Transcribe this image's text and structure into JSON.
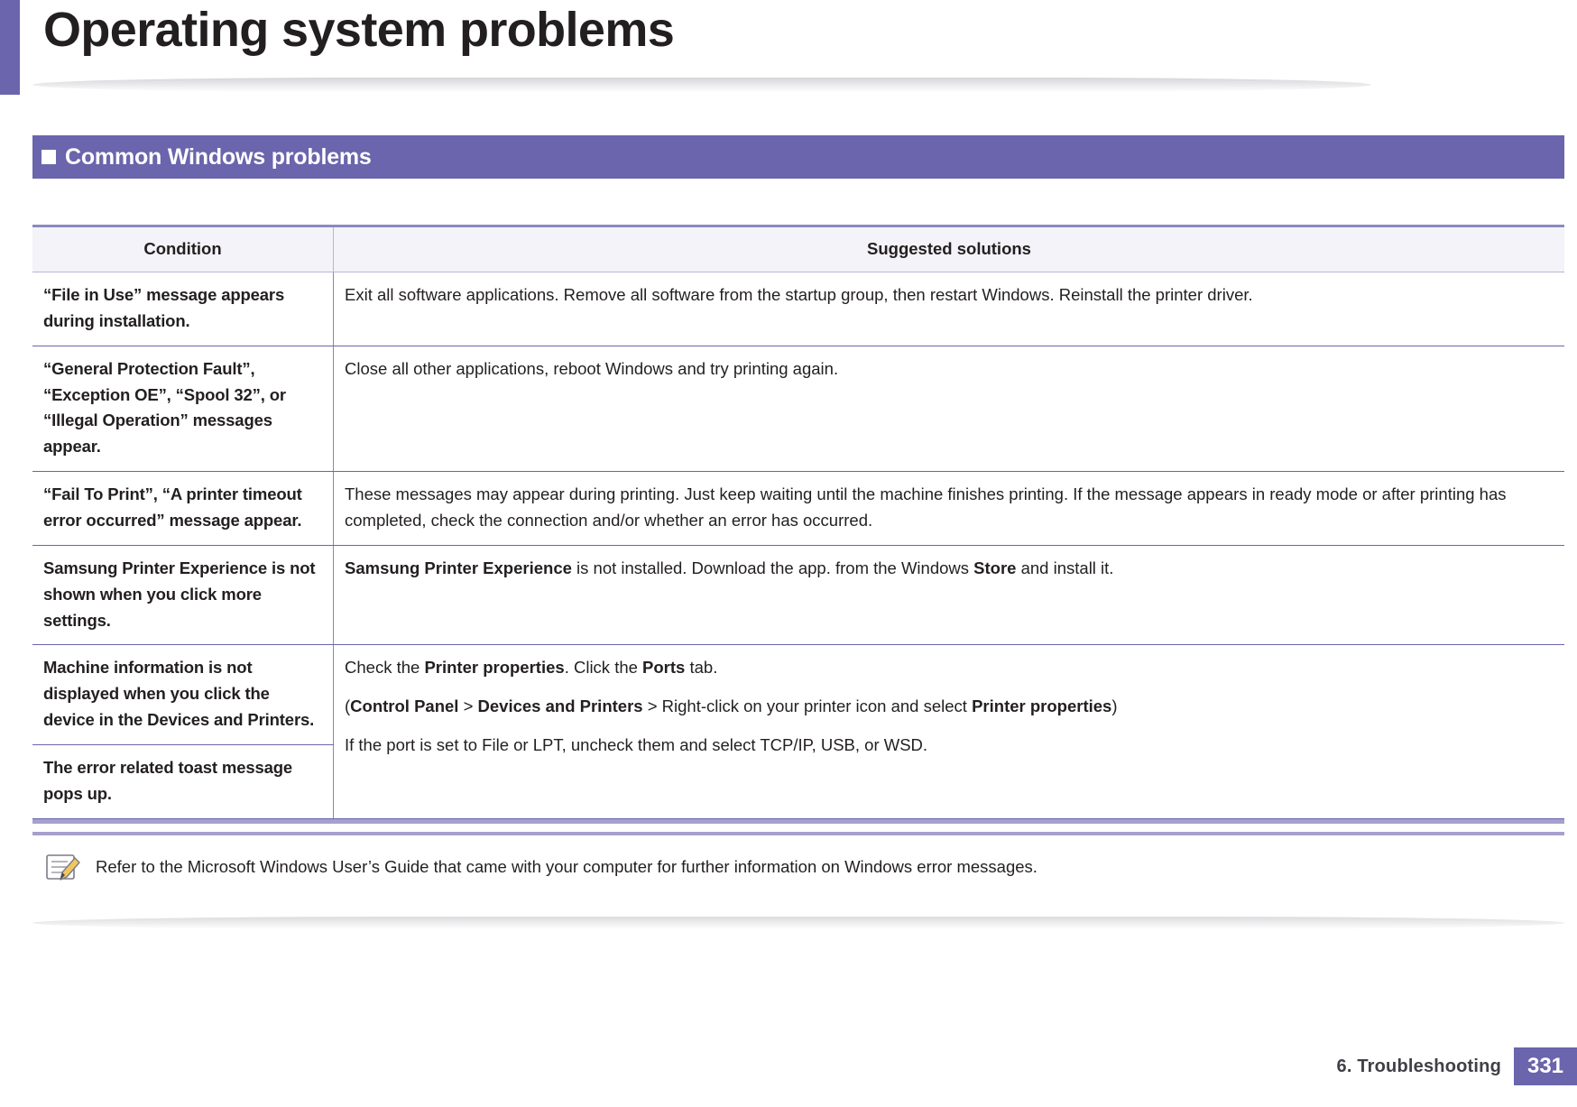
{
  "page_title": "Operating system problems",
  "section": {
    "title": "Common Windows problems",
    "marker_icon": "white-square-icon"
  },
  "colors": {
    "accent_purple": "#6a65ac",
    "header_fill": "#f4f3f9",
    "rule_light": "#a5a0cd",
    "text": "#231f20"
  },
  "table": {
    "headers": {
      "condition": "Condition",
      "solutions": "Suggested solutions"
    },
    "rows": [
      {
        "condition": "“File in Use” message appears during installation.",
        "solution_paragraphs": [
          [
            {
              "t": "Exit all software applications. Remove all software from the startup group, then restart Windows. Reinstall the printer driver.",
              "b": false
            }
          ]
        ]
      },
      {
        "condition": "“General Protection Fault”, “Exception OE”, “Spool 32”, or “Illegal Operation” messages appear.",
        "solution_paragraphs": [
          [
            {
              "t": "Close all other applications, reboot Windows and try printing again.",
              "b": false
            }
          ]
        ]
      },
      {
        "condition": "“Fail To Print”, “A printer timeout error occurred” message appear.",
        "solution_paragraphs": [
          [
            {
              "t": "These messages may appear during printing. Just keep waiting until the machine finishes printing. If the message appears in ready mode or after printing has completed, check the connection and/or whether an error has occurred.",
              "b": false
            }
          ]
        ]
      },
      {
        "condition": "Samsung Printer Experience is not shown when you click more settings.",
        "solution_paragraphs": [
          [
            {
              "t": "Samsung Printer Experience",
              "b": true
            },
            {
              "t": " is not installed. Download the app. from the  Windows ",
              "b": false
            },
            {
              "t": "Store",
              "b": true
            },
            {
              "t": " and install it.",
              "b": false
            }
          ]
        ]
      },
      {
        "condition": "Machine information is not displayed when you click the device in the Devices and Printers.",
        "solution_paragraphs": [
          [
            {
              "t": "Check the ",
              "b": false
            },
            {
              "t": "Printer properties",
              "b": true
            },
            {
              "t": ". Click the ",
              "b": false
            },
            {
              "t": "Ports",
              "b": true
            },
            {
              "t": " tab.",
              "b": false
            }
          ],
          [
            {
              "t": "(",
              "b": false
            },
            {
              "t": "Control Panel",
              "b": true
            },
            {
              "t": " > ",
              "b": false
            },
            {
              "t": "Devices and Printers",
              "b": true
            },
            {
              "t": " > Right-click on your printer icon and select ",
              "b": false
            },
            {
              "t": "Printer properties",
              "b": true
            },
            {
              "t": ")",
              "b": false
            }
          ],
          [
            {
              "t": "If the port is set to File or LPT, uncheck them and select TCP/IP, USB, or WSD.",
              "b": false
            }
          ]
        ]
      },
      {
        "condition": "The error related toast message pops up.",
        "solution_paragraphs": []
      }
    ]
  },
  "note": {
    "icon": "note-pencil-icon",
    "text": "Refer to the Microsoft Windows User’s Guide that came with your computer for further information on Windows error messages."
  },
  "footer": {
    "chapter": "6.  Troubleshooting",
    "page_number": "331"
  }
}
